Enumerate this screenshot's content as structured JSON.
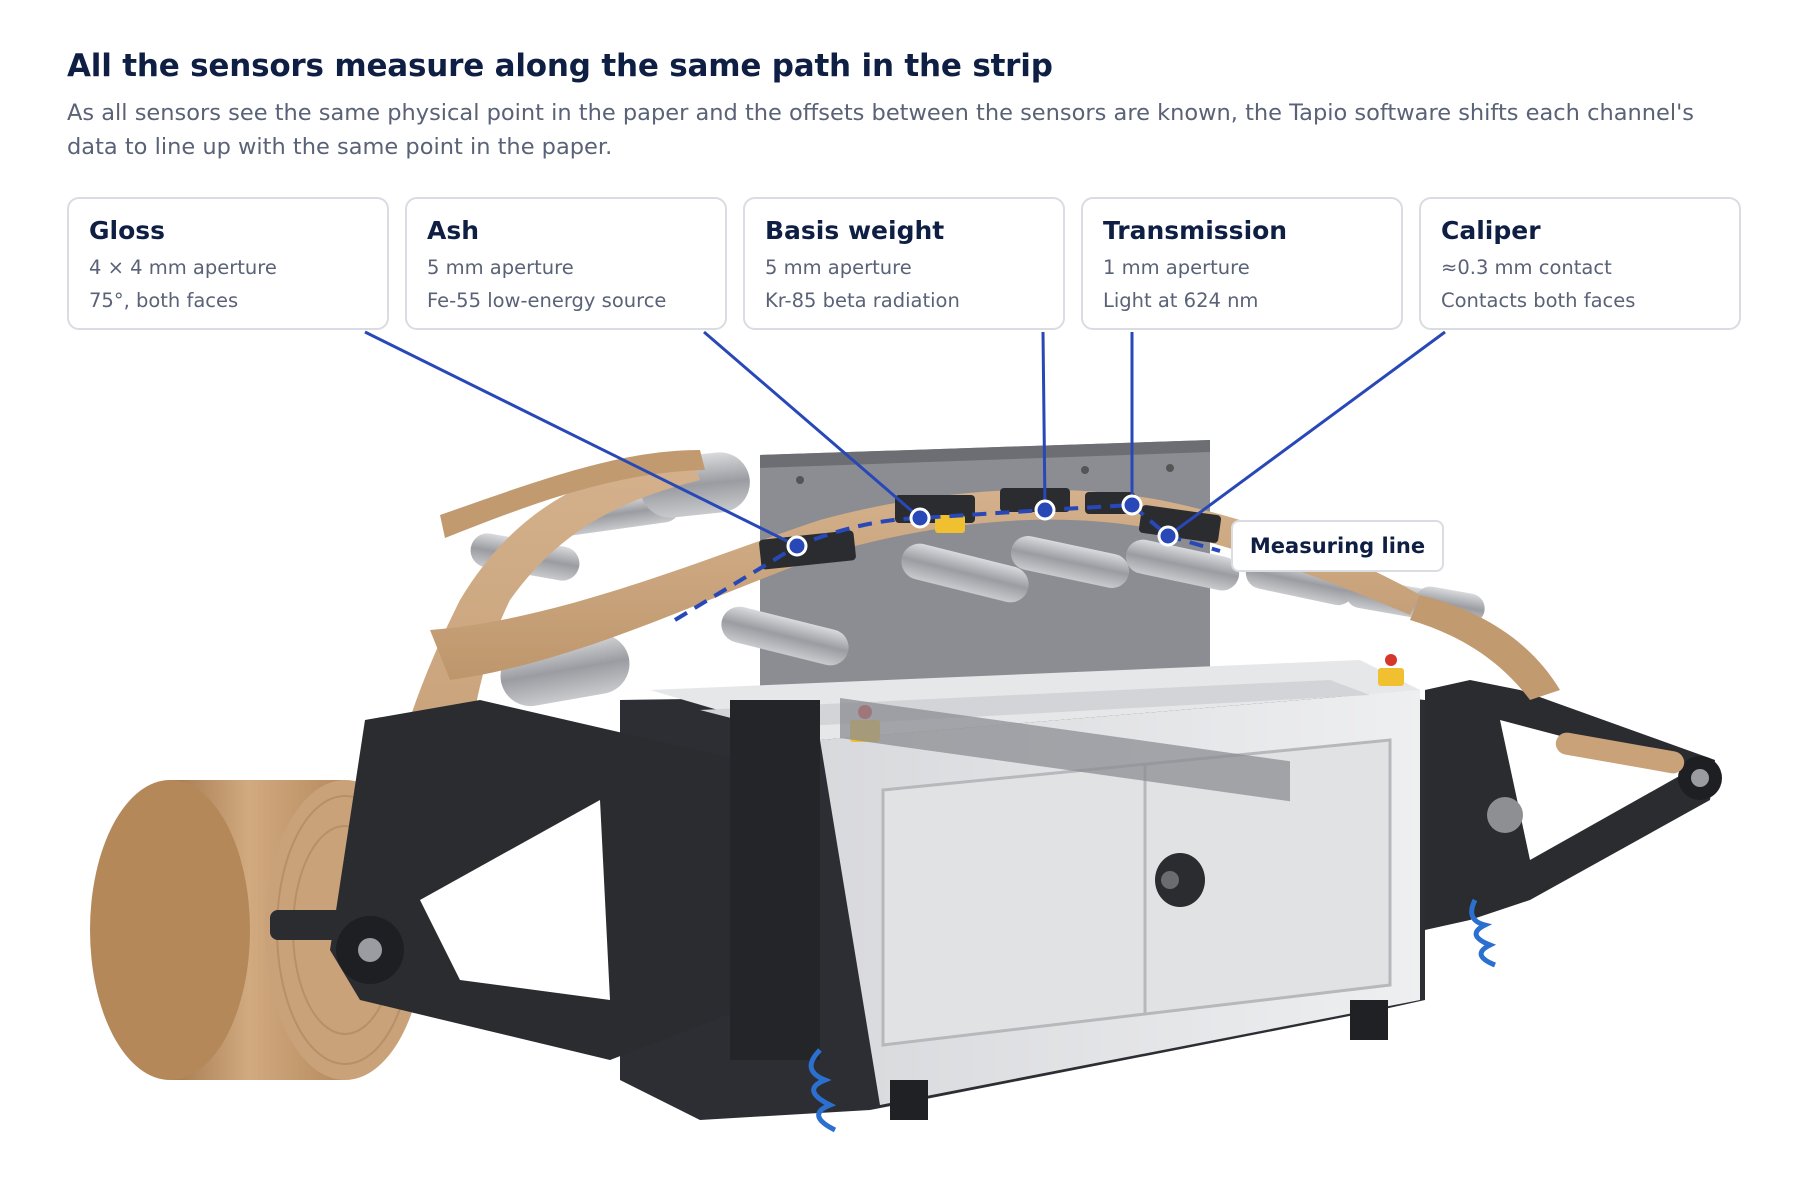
{
  "header": {
    "title": "All the sensors measure along the same path in the strip",
    "subtitle": "As all sensors see the same physical point in the paper and the offsets between the sensors are known, the Tapio software shifts each channel's data to line up with the same point in the paper."
  },
  "sensors": [
    {
      "name": "Gloss",
      "line1": "4 × 4 mm aperture",
      "line2": "75°, both faces"
    },
    {
      "name": "Ash",
      "line1": "5 mm aperture",
      "line2": "Fe-55 low-energy source"
    },
    {
      "name": "Basis weight",
      "line1": "5 mm aperture",
      "line2": "Kr-85 beta radiation"
    },
    {
      "name": "Transmission",
      "line1": "1 mm aperture",
      "line2": "Light at 624 nm"
    },
    {
      "name": "Caliper",
      "line1": "≈0.3 mm contact",
      "line2": "Contacts both faces"
    }
  ],
  "measuring_line_label": "Measuring line",
  "colors": {
    "accent": "#2848b8",
    "heading": "#0f1f44",
    "body_text": "#5a6277",
    "card_border": "#d9dce2",
    "paper": "#c9a27a",
    "machine_dark": "#2a2c30",
    "cabinet": "#e4e5e7"
  }
}
